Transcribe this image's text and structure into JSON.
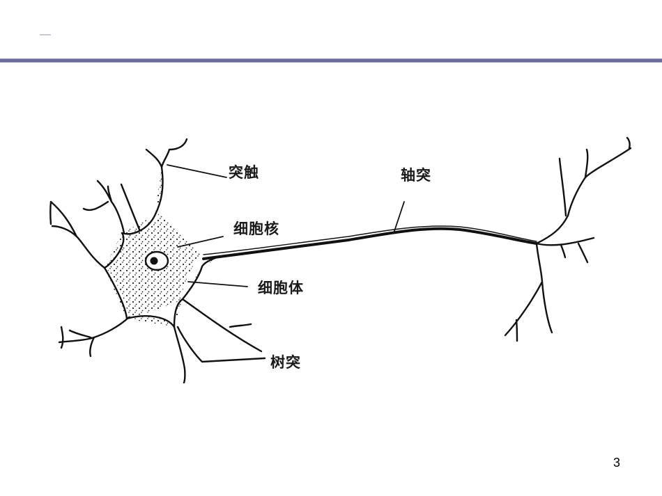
{
  "slide": {
    "page_number": "3",
    "accent_color": "#6b6b9a"
  },
  "diagram": {
    "subject": "neuron",
    "labels": {
      "synapse": "突触",
      "nucleus": "细胞核",
      "cell_body": "细胞体",
      "dendrite": "树突",
      "axon": "轴突"
    }
  }
}
